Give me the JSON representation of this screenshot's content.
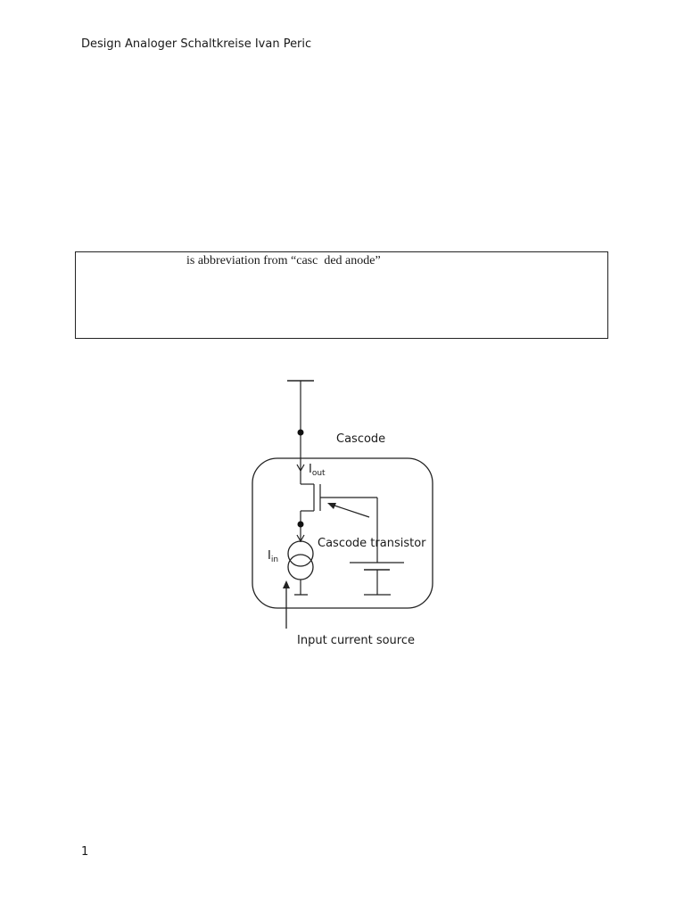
{
  "header": {
    "text": "Design Analoger Schaltkreise Ivan Peric"
  },
  "note": {
    "text": "is abbreviation from “casc  ded anode”"
  },
  "circuit": {
    "cascode_label": "Cascode",
    "iout_main": "I",
    "iout_sub": "out",
    "cascode_transistor_label": "Cascode transistor",
    "iin_main": "I",
    "iin_sub": "in",
    "input_source_label": "Input current source"
  },
  "footer": {
    "page_number": "1"
  }
}
